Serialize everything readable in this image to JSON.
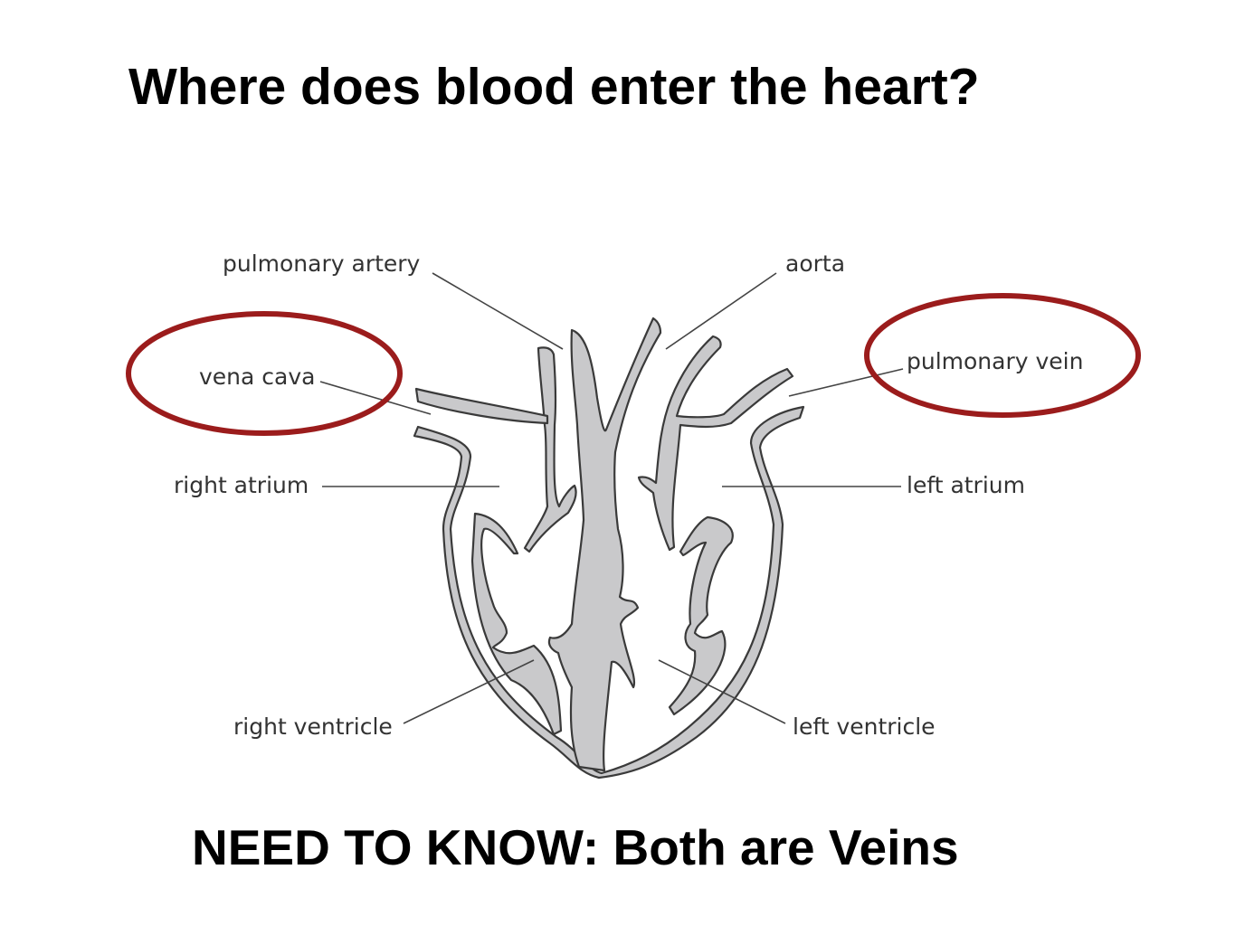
{
  "title": "Where does blood enter the heart?",
  "footer": "NEED TO KNOW: Both are Veins",
  "diagram": {
    "labels": {
      "pulmonary_artery": "pulmonary artery",
      "aorta": "aorta",
      "vena_cava": "vena cava",
      "pulmonary_vein": "pulmonary vein",
      "right_atrium": "right atrium",
      "left_atrium": "left atrium",
      "right_ventricle": "right ventricle",
      "left_ventricle": "left ventricle"
    },
    "highlighted": [
      "vena cava",
      "pulmonary vein"
    ],
    "highlight_color": "#9b1c1c",
    "heart_fill_color": "#c9c9cb"
  }
}
